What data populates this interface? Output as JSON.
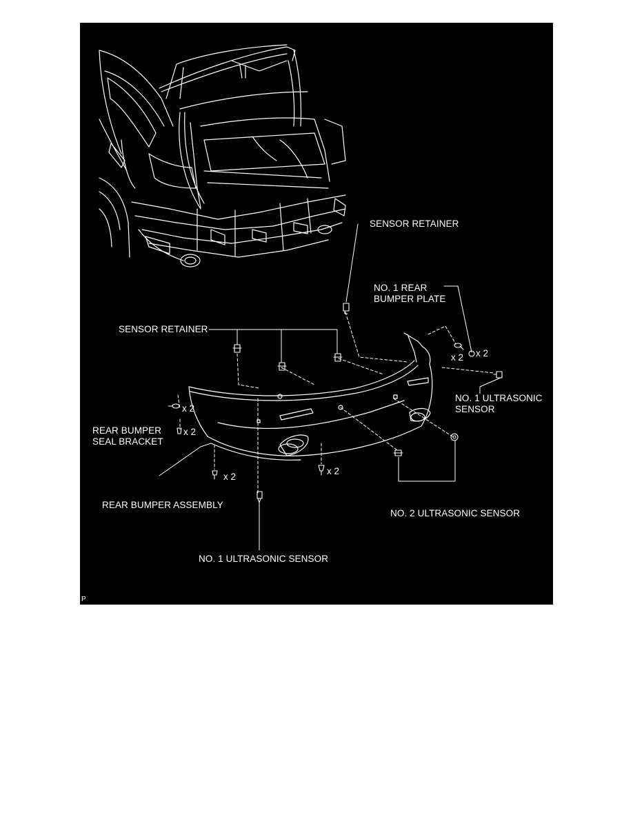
{
  "labels": {
    "sensor_retainer_top": "SENSOR RETAINER",
    "bumper_plate": "NO. 1 REAR\nBUMPER PLATE",
    "sensor_retainer_left": "SENSOR RETAINER",
    "no1_ultrasonic_right": "NO. 1 ULTRASONIC\nSENSOR",
    "seal_bracket": "REAR BUMPER\nSEAL BRACKET",
    "bumper_assembly": "REAR BUMPER ASSEMBLY",
    "no2_ultrasonic": "NO. 2 ULTRASONIC SENSOR",
    "no1_ultrasonic_bottom": "NO. 1 ULTRASONIC SENSOR"
  },
  "quantities": {
    "plate_screw": "x 2",
    "plate_clip": "x 2",
    "bracket_screw": "x 2",
    "bracket_clip": "x 2",
    "bottom_screw": "x 2",
    "center_clip": "x 2"
  },
  "figure_code": "P"
}
